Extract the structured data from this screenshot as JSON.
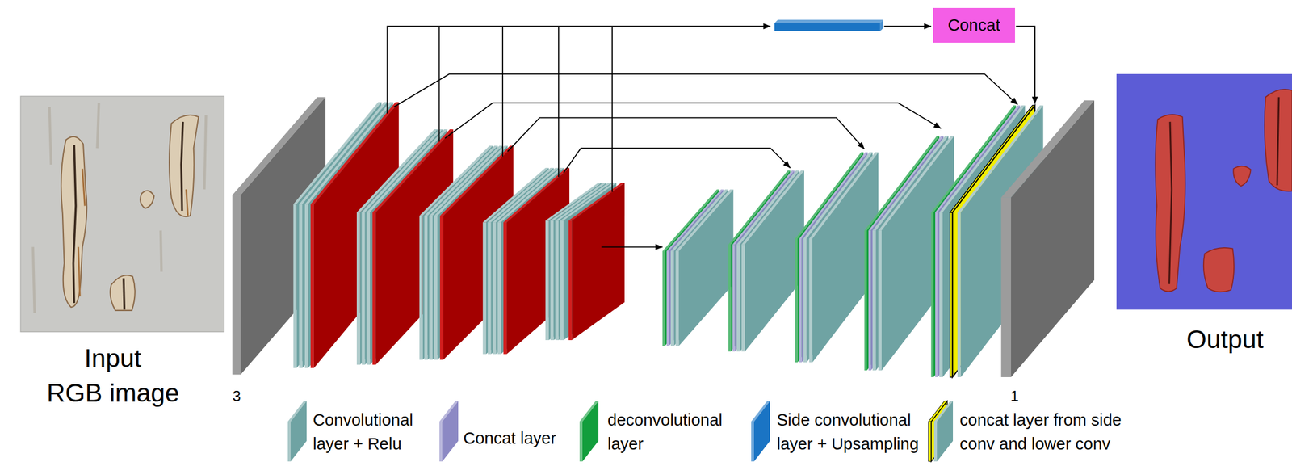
{
  "diagram": {
    "nodes": [
      {
        "text": [
          "Concat"
        ]
      }
    ],
    "labels": [
      "Input",
      "RGB image",
      "Output",
      "3",
      "1"
    ],
    "legend": [
      {
        "text": "Convolutional layer + Relu",
        "color": "#6fa3a3"
      },
      {
        "text": "Concat layer",
        "color": "#8c89c4"
      },
      {
        "text": "deconvolutional layer",
        "color": "#129e3c"
      },
      {
        "text": "Side convolutional layer + Upsampling",
        "color": "#1a74c4"
      },
      {
        "text": "concat layer from side conv and lower conv",
        "color": "#f2ee00"
      }
    ]
  }
}
